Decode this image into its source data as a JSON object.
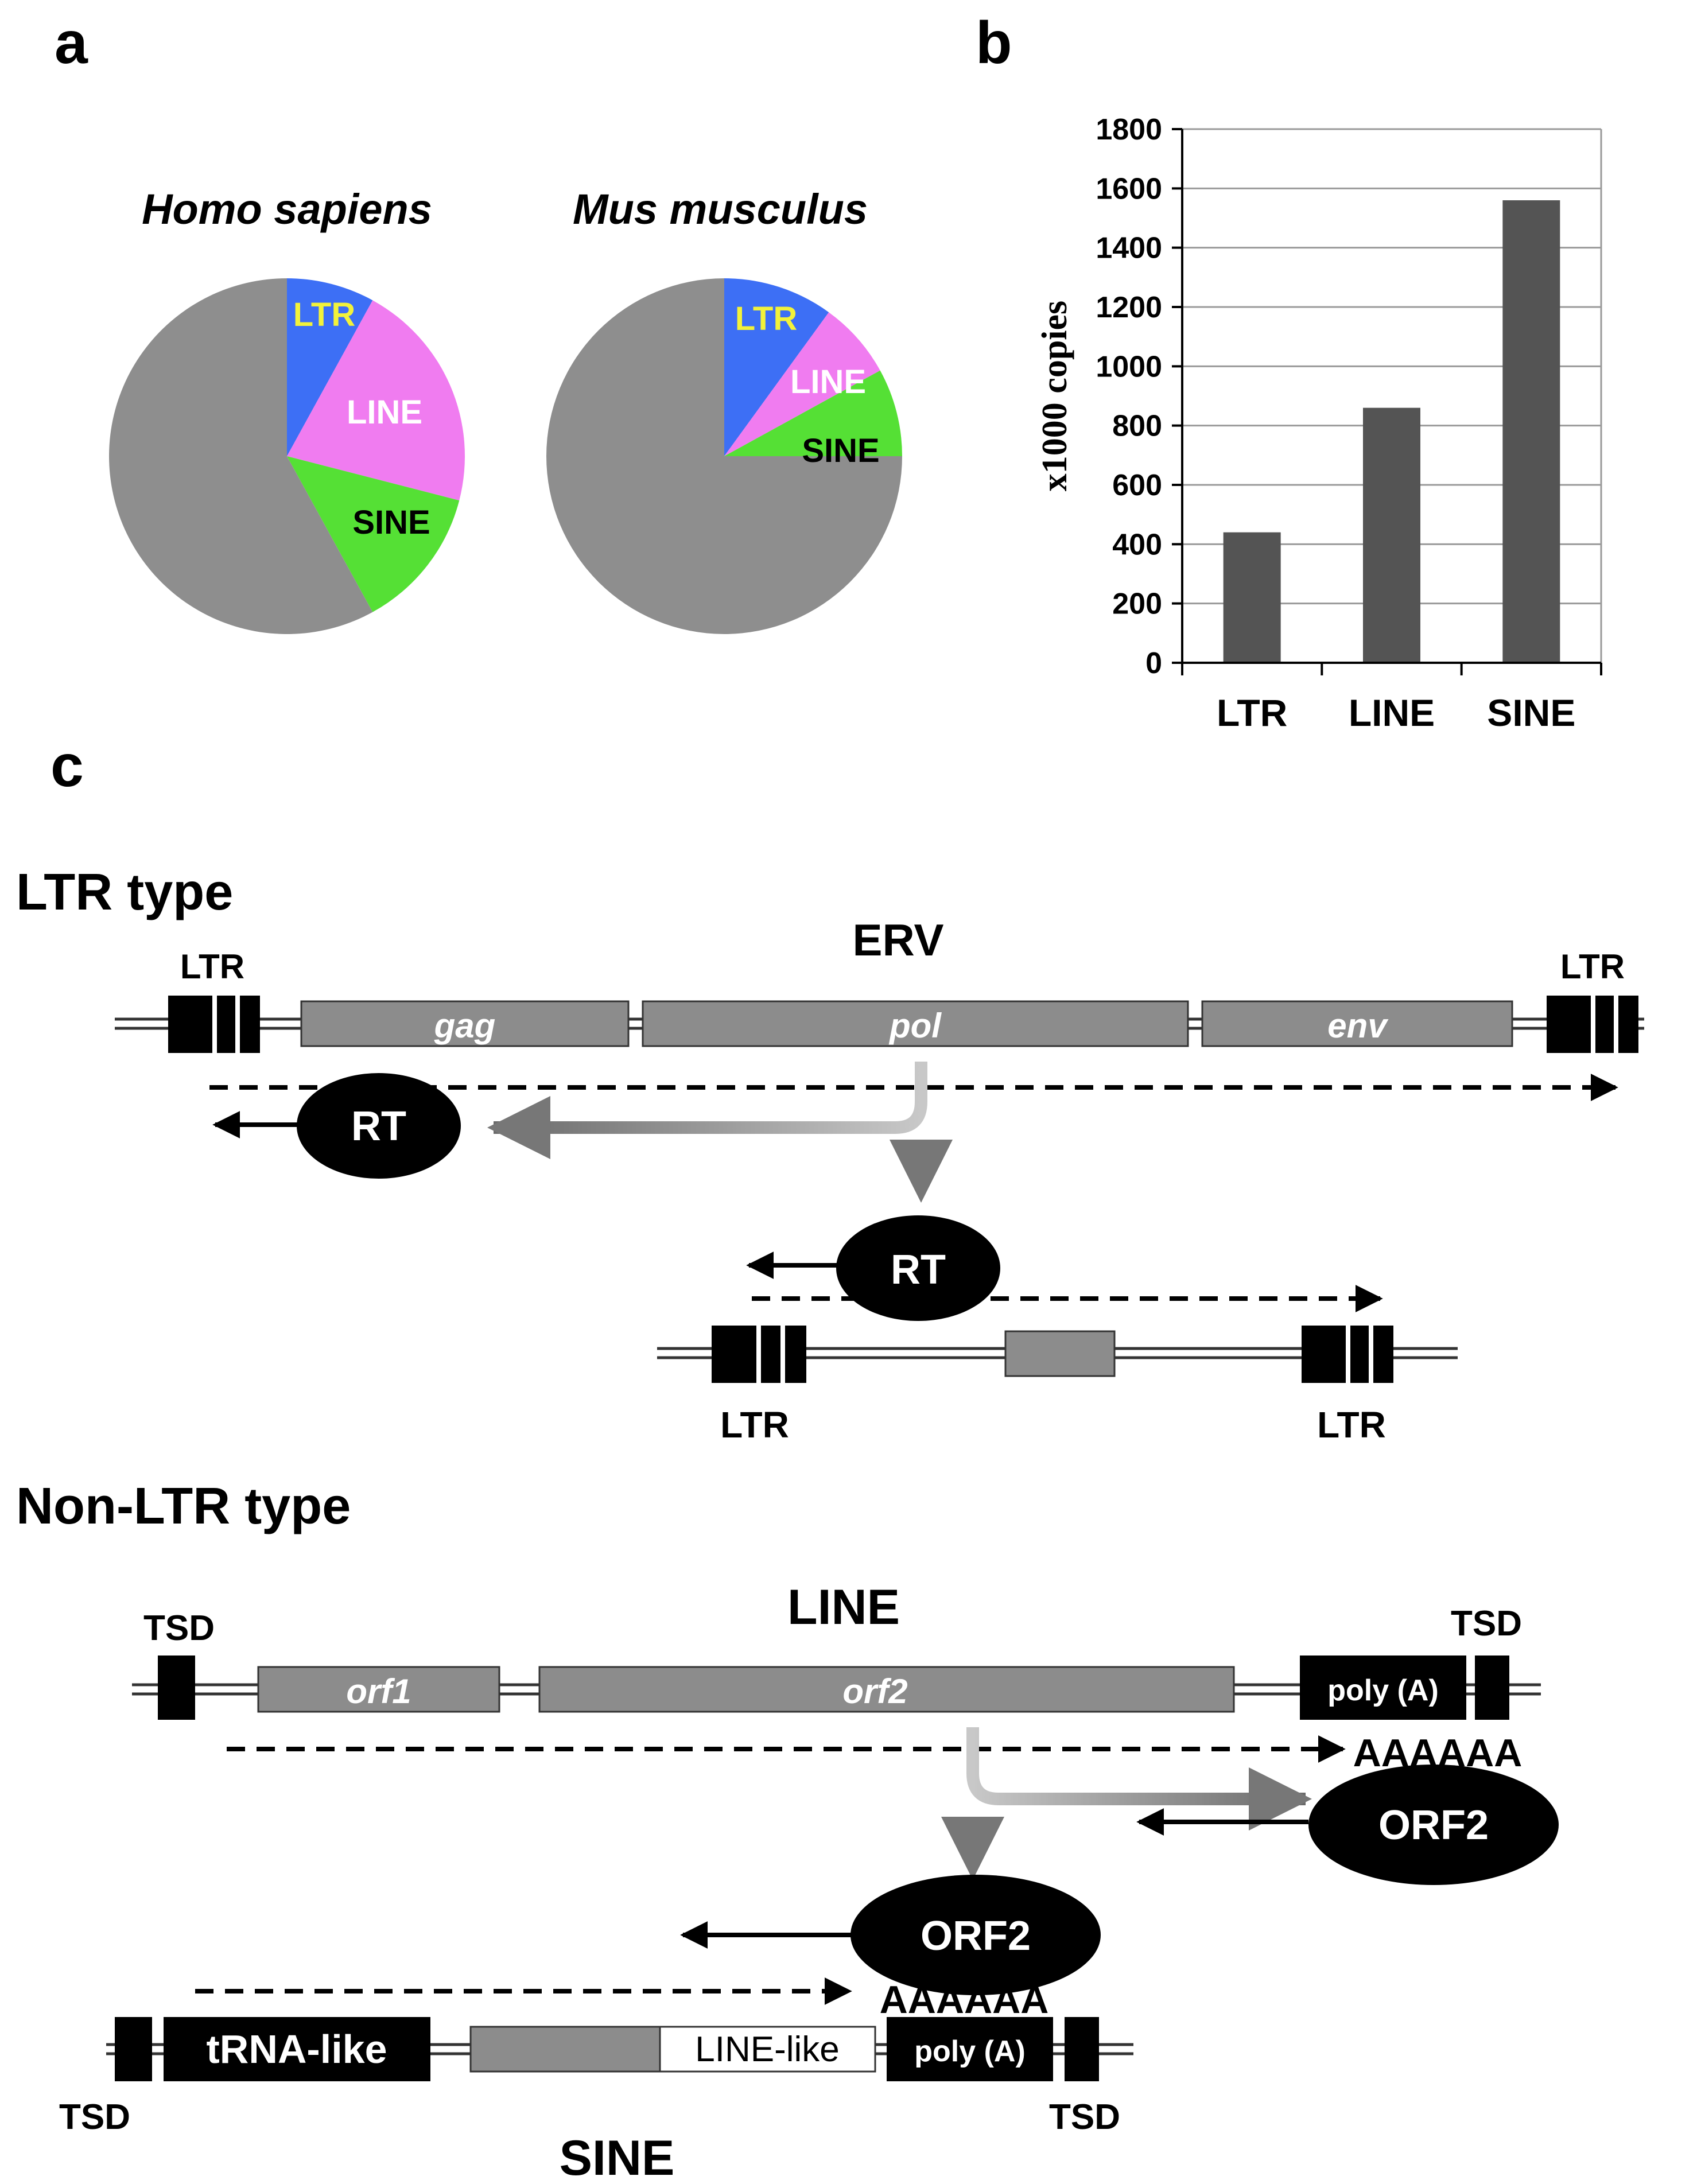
{
  "panels": {
    "a": "a",
    "b": "b",
    "c": "c"
  },
  "colors": {
    "ltr": "#3d6ff5",
    "line": "#f07cf0",
    "sine": "#55e035",
    "other": "#8e8e8e",
    "bar": "#545454",
    "element_gray": "#8c8c8c",
    "black": "#000000",
    "ltr_label_yellow": "#f2f23a",
    "white": "#ffffff"
  },
  "chart_data": [
    {
      "type": "pie",
      "title": "Homo sapiens",
      "slices": [
        {
          "label": "LTR",
          "value": 8
        },
        {
          "label": "LINE",
          "value": 21
        },
        {
          "label": "SINE",
          "value": 13
        },
        {
          "label": "",
          "value": 58
        }
      ]
    },
    {
      "type": "pie",
      "title": "Mus musculus",
      "slices": [
        {
          "label": "LTR",
          "value": 10
        },
        {
          "label": "LINE",
          "value": 7
        },
        {
          "label": "SINE",
          "value": 8
        },
        {
          "label": "",
          "value": 75
        }
      ]
    },
    {
      "type": "bar",
      "categories": [
        "LTR",
        "LINE",
        "SINE"
      ],
      "values": [
        440,
        860,
        1560
      ],
      "ylabel": "x1000 copies",
      "ylim": [
        0,
        1800
      ],
      "yticks": [
        0,
        200,
        400,
        600,
        800,
        1000,
        1200,
        1400,
        1600,
        1800
      ],
      "grid": true
    }
  ],
  "diagram": {
    "ltr_section": {
      "title": "LTR type",
      "element_name": "ERV",
      "ltr_left": "LTR",
      "ltr_right": "LTR",
      "genes": [
        "gag",
        "pol",
        "env"
      ],
      "rt1": "RT",
      "rt2": "RT",
      "product_ltr_left": "LTR",
      "product_ltr_right": "LTR"
    },
    "nonltr_section": {
      "title": "Non-LTR type",
      "line_name": "LINE",
      "tsd_left": "TSD",
      "tsd_right": "TSD",
      "orf1": "orf1",
      "orf2": "orf2",
      "polya": "poly (A)",
      "polya_tail": "AAAAAA",
      "orf2_protein_1": "ORF2",
      "orf2_protein_2": "ORF2",
      "sine_polya_tail": "AAAAAA",
      "trna_like": "tRNA-like",
      "line_like": "LINE-like",
      "sine_polya": "poly (A)",
      "sine_tsd_left": "TSD",
      "sine_tsd_right": "TSD",
      "sine_name": "SINE"
    }
  }
}
